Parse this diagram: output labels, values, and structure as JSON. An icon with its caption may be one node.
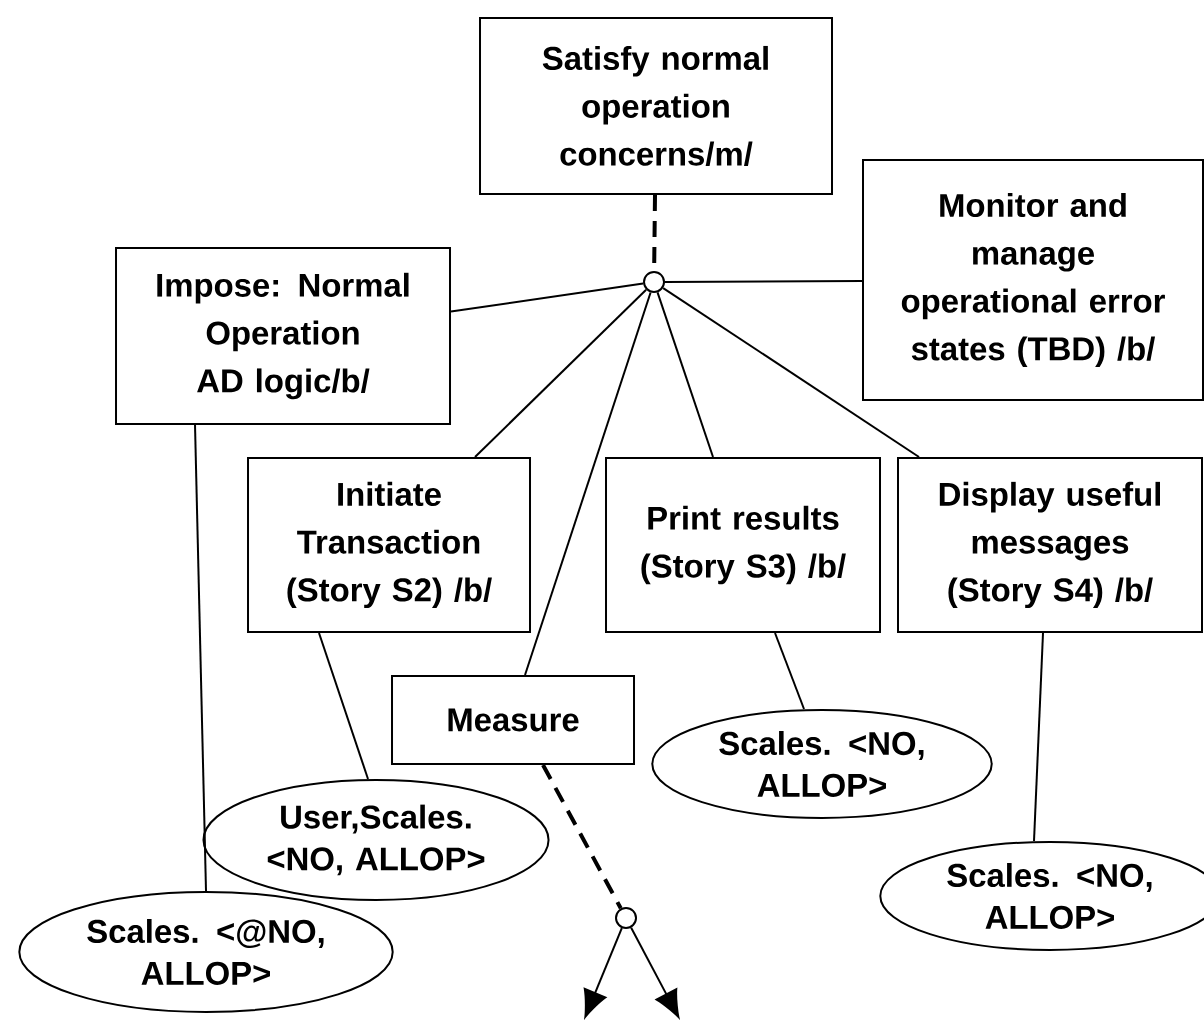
{
  "diagram": {
    "nodes": [
      {
        "text": [
          "Satisfy normal operation concerns/m/"
        ]
      },
      {
        "text": [
          "Monitor and manage operational error states (TBD) /b/"
        ]
      },
      {
        "text": [
          "Impose: Normal Operation AD logic/b/"
        ]
      },
      {
        "text": [],
        "shape": "circle"
      },
      {
        "text": [
          "Initiate Transaction (Story S2) /b/"
        ]
      },
      {
        "text": [
          "Print results (Story S3) /b/"
        ]
      },
      {
        "text": [
          "Display useful messages (Story S4) /b/"
        ]
      },
      {
        "text": [
          "Measure"
        ]
      },
      {
        "text": [
          "User,Scales. <NO, ALLOP>"
        ]
      },
      {
        "text": [
          "Scales. <NO, ALLOP>"
        ]
      },
      {
        "text": [
          "Scales. <NO, ALLOP>"
        ]
      },
      {
        "text": [
          "Scales. <@NO, ALLOP>"
        ]
      },
      {
        "text": [],
        "shape": "circle"
      }
    ],
    "edges": [
      {
        "from": 0,
        "to": 3,
        "arrow": "none",
        "style": "dashed"
      },
      {
        "from": 3,
        "to": 1,
        "arrow": "none"
      },
      {
        "from": 3,
        "to": 2,
        "arrow": "none"
      },
      {
        "from": 3,
        "to": 4,
        "arrow": "none"
      },
      {
        "from": 3,
        "to": 7,
        "arrow": "none"
      },
      {
        "from": 3,
        "to": 5,
        "arrow": "none"
      },
      {
        "from": 3,
        "to": 6,
        "arrow": "none"
      },
      {
        "from": 2,
        "to": 11,
        "arrow": "none"
      },
      {
        "from": 4,
        "to": 8,
        "arrow": "none"
      },
      {
        "from": 5,
        "to": 9,
        "arrow": "none"
      },
      {
        "from": 6,
        "to": 10,
        "arrow": "none"
      },
      {
        "from": 7,
        "to": 12,
        "arrow": "none",
        "style": "dashed"
      },
      {
        "from": 12,
        "to": null,
        "arrow": "to"
      },
      {
        "from": 12,
        "to": null,
        "arrow": "to"
      }
    ]
  }
}
